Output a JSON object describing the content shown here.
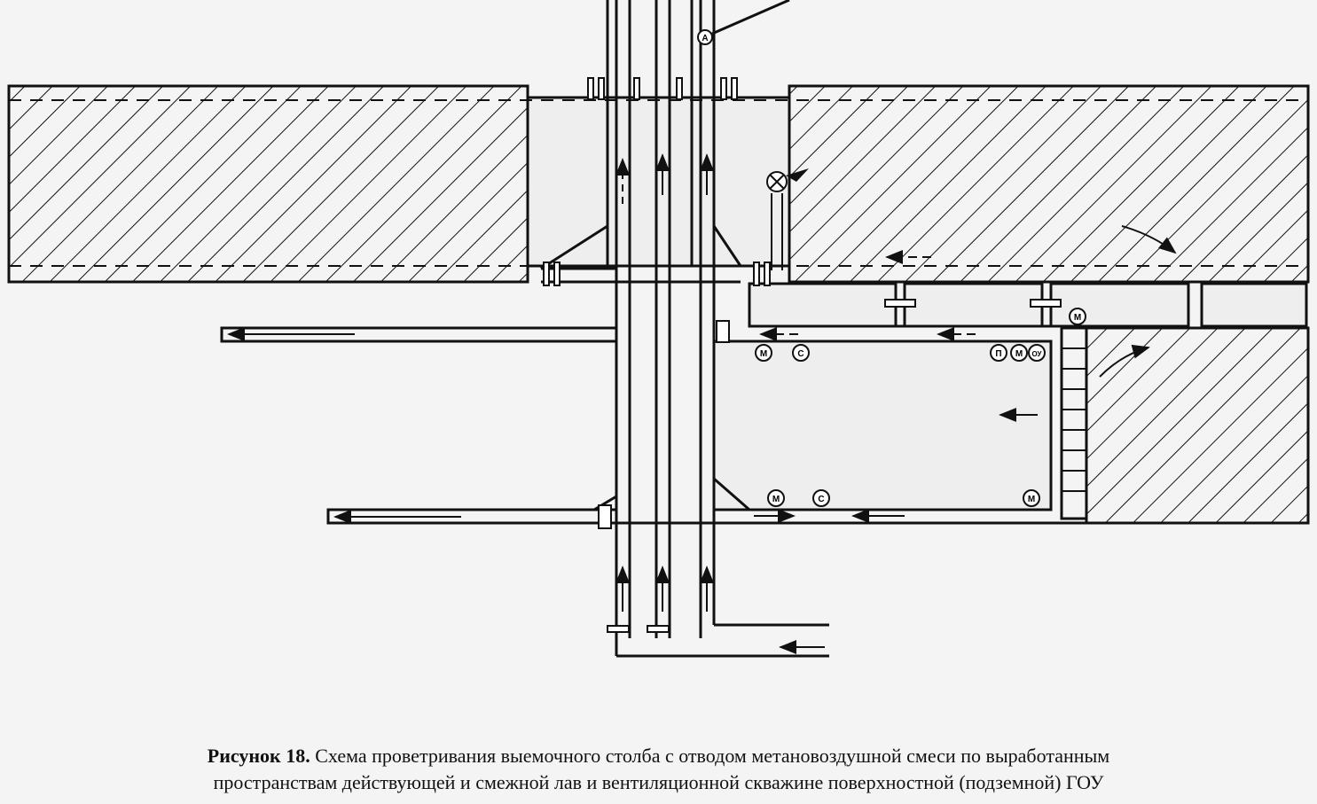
{
  "caption": {
    "number": "Рисунок 18.",
    "line1": "Схема проветривания выемочного столба с отводом метановоздушной смеси по выработанным",
    "line2": "пространствам действующей и смежной лав и вентиляционной скважине поверхностной (подземной) ГОУ"
  },
  "sensors": {
    "fan_label": "A",
    "m": "М",
    "c": "С",
    "p": "П",
    "ou": "ОУ"
  }
}
